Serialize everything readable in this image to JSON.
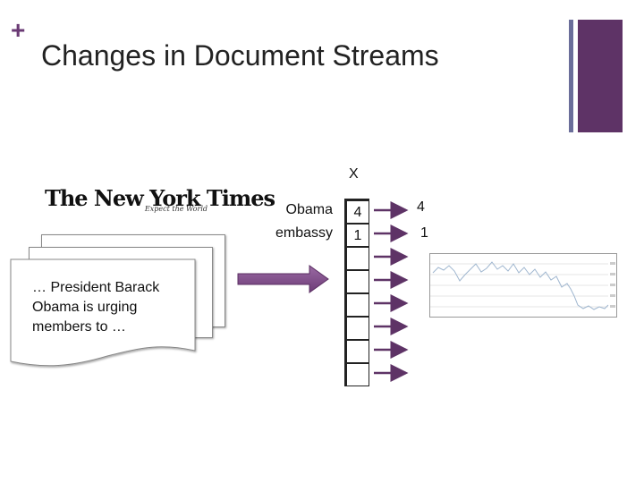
{
  "slide": {
    "plus": "+",
    "title": "Changes in Document Streams"
  },
  "logo": {
    "name": "The New York Times",
    "tagline": "Expect the World"
  },
  "document": {
    "line1": "… President Barack",
    "line2": "Obama is urging",
    "line3": "members to  …"
  },
  "vector": {
    "label": "X",
    "words": [
      "Obama",
      "embassy"
    ],
    "values": [
      "4",
      "1"
    ],
    "outputs": [
      "4",
      "1"
    ]
  },
  "colors": {
    "accent_purple": "#5e3366",
    "accent_slate": "#6b6e9a",
    "arrow_purple": "#7b4a84",
    "chart_line": "#9fb6cf"
  }
}
